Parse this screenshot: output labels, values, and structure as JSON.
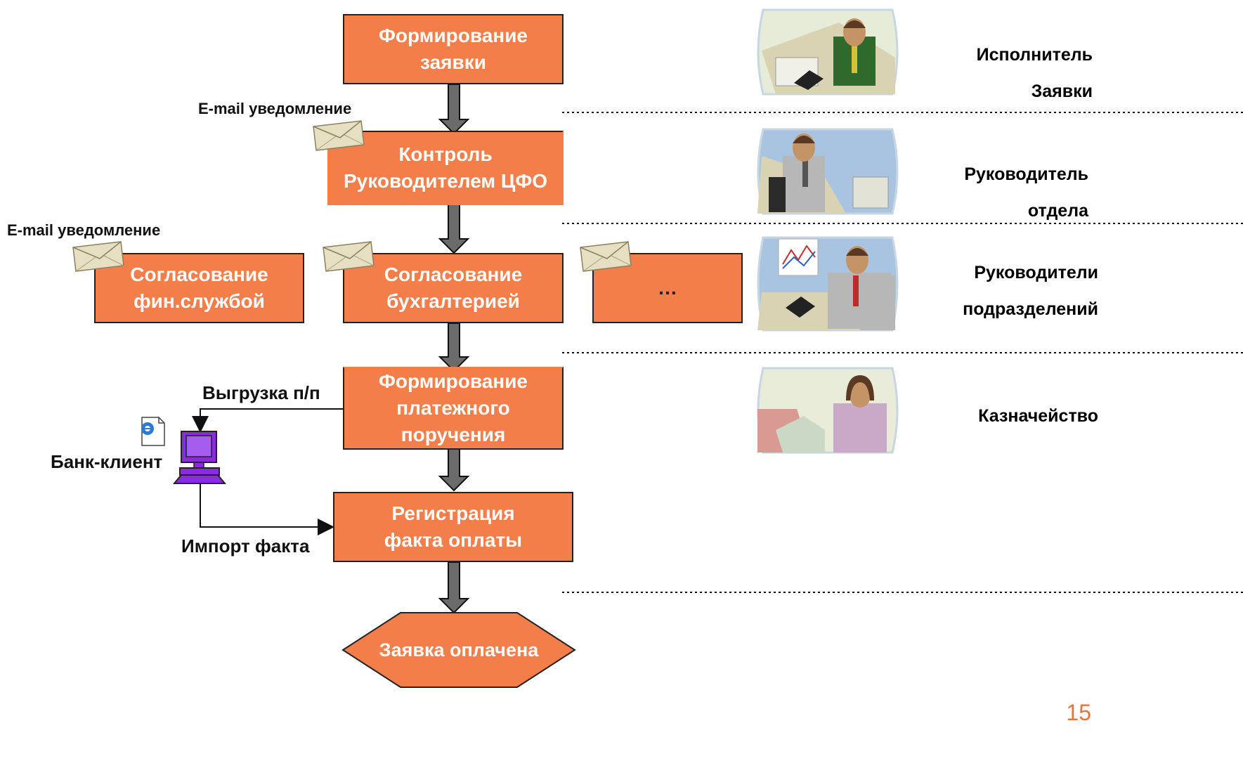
{
  "steps": {
    "form_request": [
      "Формирование",
      "заявки"
    ],
    "control": [
      "Контроль",
      "Руководителем ЦФО"
    ],
    "approve_fin": [
      "Согласование",
      "фин.службой"
    ],
    "approve_acc": [
      "Согласование",
      "бухгалтерией"
    ],
    "approve_more": "…",
    "form_payment": [
      "Формирование",
      "платежного",
      "поручения"
    ],
    "register_payment": [
      "Регистрация",
      "факта оплаты"
    ],
    "paid": "Заявка оплачена"
  },
  "labels": {
    "email_1": "E-mail уведомление",
    "email_2": "E-mail уведомление",
    "export": "Выгрузка п/п",
    "bank_client": "Банк-клиент",
    "import": "Импорт факта"
  },
  "roles": {
    "executor": [
      "Исполнитель",
      "Заявки"
    ],
    "dept_head": [
      "Руководитель",
      "отдела"
    ],
    "unit_heads": [
      "Руководители",
      "подразделений"
    ],
    "treasury": "Казначейство"
  },
  "page_number": "15",
  "colors": {
    "box_fill": "#f47e4a",
    "arrow_fill": "#6b6b6b",
    "page_number": "#e8743b",
    "pc": "#8a2be2"
  },
  "icons": {
    "envelope": "envelope-icon",
    "computer": "computer-icon",
    "ie_document": "ie-document-icon"
  }
}
